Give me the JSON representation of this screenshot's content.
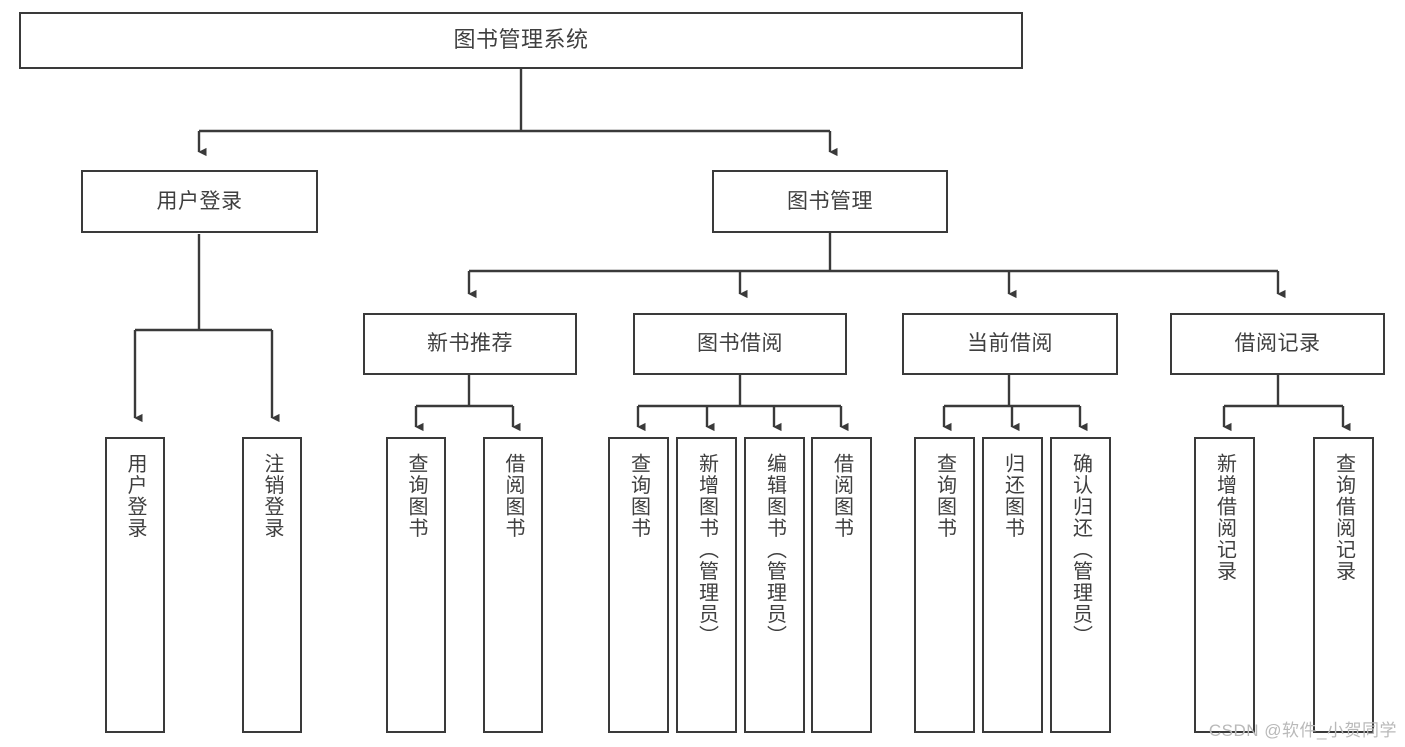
{
  "diagram": {
    "title": "图书管理系统",
    "watermark": "CSDN @软件_小贺同学",
    "stroke_color": "#3a3a3a",
    "text_color": "#3f3f3f",
    "background": "#ffffff",
    "root": {
      "label": "图书管理系统"
    },
    "level1": [
      {
        "label": "用户登录"
      },
      {
        "label": "图书管理"
      }
    ],
    "level2": [
      {
        "label": "新书推荐"
      },
      {
        "label": "图书借阅"
      },
      {
        "label": "当前借阅"
      },
      {
        "label": "借阅记录"
      }
    ],
    "leaves": {
      "user_login": [
        {
          "label": "用户登录"
        },
        {
          "label": "注销登录"
        }
      ],
      "new_book": [
        {
          "label": "查询图书"
        },
        {
          "label": "借阅图书"
        }
      ],
      "book_borrow": [
        {
          "label": "查询图书"
        },
        {
          "label": "新增图书（管理员）"
        },
        {
          "label": "编辑图书（管理员）"
        },
        {
          "label": "借阅图书"
        }
      ],
      "current_borrow": [
        {
          "label": "查询图书"
        },
        {
          "label": "归还图书"
        },
        {
          "label": "确认归还（管理员）"
        }
      ],
      "borrow_record": [
        {
          "label": "新增借阅记录"
        },
        {
          "label": "查询借阅记录"
        }
      ]
    }
  }
}
